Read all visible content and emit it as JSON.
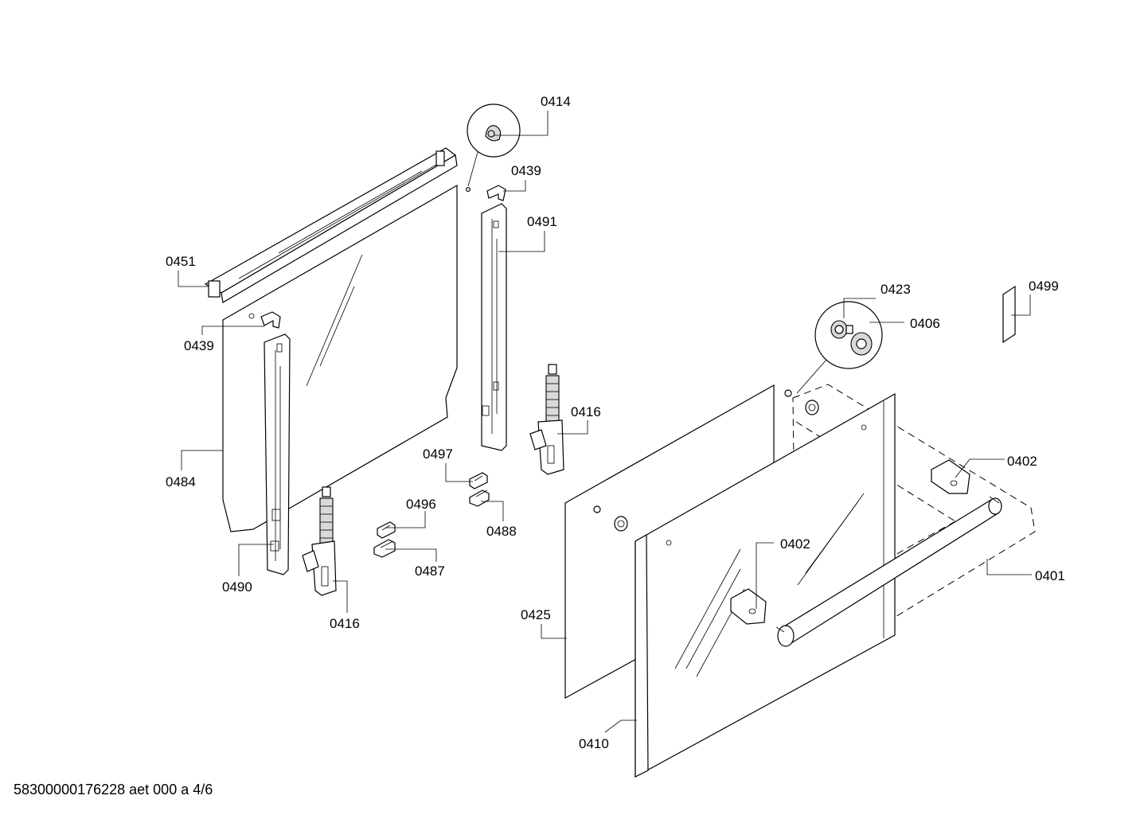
{
  "callouts": {
    "c0414": "0414",
    "c0439a": "0439",
    "c0491": "0491",
    "c0451": "0451",
    "c0439b": "0439",
    "c0423": "0423",
    "c0499": "0499",
    "c0406": "0406",
    "c0416a": "0416",
    "c0497": "0497",
    "c0484": "0484",
    "c0402a": "0402",
    "c0496": "0496",
    "c0488": "0488",
    "c0402b": "0402",
    "c0490": "0490",
    "c0487": "0487",
    "c0401": "0401",
    "c0416b": "0416",
    "c0425": "0425",
    "c0410": "0410"
  },
  "footer": {
    "document_id": "58300000176228 aet 000 a 4/6"
  }
}
